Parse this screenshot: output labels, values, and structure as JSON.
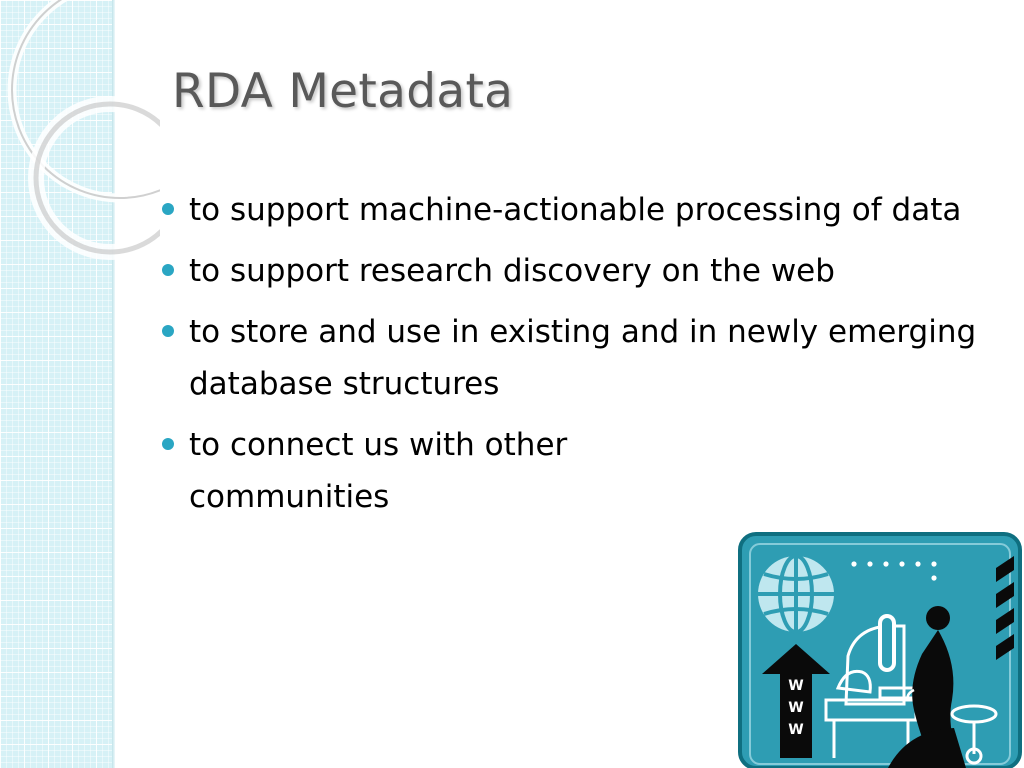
{
  "slide": {
    "title": "RDA Metadata",
    "bullets": [
      "to support machine-actionable processing of data",
      "to support research discovery on the web",
      "to store and use in existing and in newly emerging database structures",
      "to connect us with other communities"
    ],
    "clipart": {
      "arrow_letters": [
        "W",
        "W",
        "W"
      ]
    }
  },
  "colors": {
    "band": "#d6f1f6",
    "accent": "#2aa6c3",
    "title": "#595959",
    "clipart_bg": "#2e9db3",
    "clipart_border": "#0f6f80"
  }
}
